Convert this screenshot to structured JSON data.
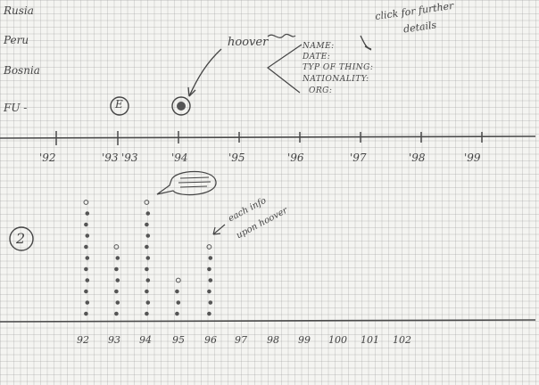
{
  "side_labels": [
    "Rusia",
    "Peru",
    "Bosnia",
    "FU -"
  ],
  "badges": {
    "event_marker": "E"
  },
  "annotations": {
    "hover": "hoover",
    "click_line1": "click for further",
    "click_line2": "details",
    "each_info_line1": "each info",
    "each_info_line2": "upon hoover",
    "section_number": "2"
  },
  "detail_form": {
    "fields": [
      "NAME:",
      "DATE:",
      "TYP OF THING:",
      "NATIONALITY:",
      "ORG:"
    ]
  },
  "timeline_ticks": [
    "'92",
    "'93",
    "'93",
    "'94",
    "'95",
    "'96",
    "'97",
    "'98",
    "'99"
  ],
  "bottom_axis_ticks": [
    "92",
    "93",
    "94",
    "95",
    "96",
    "97",
    "98",
    "99",
    "100",
    "101",
    "102"
  ],
  "dot_columns": [
    {
      "year": "92",
      "count": 11
    },
    {
      "year": "93",
      "count": 7
    },
    {
      "year": "94",
      "count": 11
    },
    {
      "year": "95",
      "count": 4
    },
    {
      "year": "96",
      "count": 7
    }
  ],
  "colors": {
    "ink": "#454545",
    "paper": "#f4f4f1",
    "grid": "#969696"
  }
}
